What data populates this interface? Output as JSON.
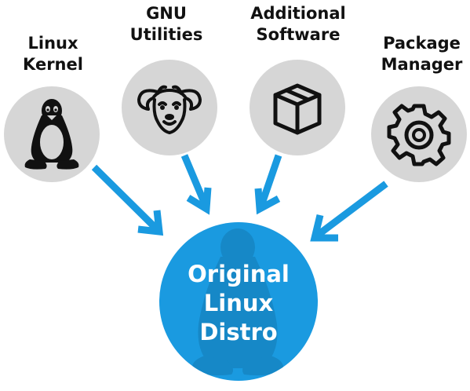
{
  "components": [
    {
      "id": "kernel",
      "label": "Linux\nKernel",
      "icon": "tux-penguin-icon"
    },
    {
      "id": "gnu",
      "label": "GNU\nUtilities",
      "icon": "gnu-head-icon"
    },
    {
      "id": "software",
      "label": "Additional\nSoftware",
      "icon": "box-icon"
    },
    {
      "id": "package",
      "label": "Package\nManager",
      "icon": "gear-icon"
    }
  ],
  "hub": {
    "label": "Original\nLinux\nDistro",
    "watermark_icon": "tux-penguin-icon"
  },
  "colors": {
    "accent": "#1a9ae0",
    "circle_bg": "#d6d6d6",
    "icon": "#111111",
    "text": "#111111",
    "hub_text": "#ffffff"
  }
}
